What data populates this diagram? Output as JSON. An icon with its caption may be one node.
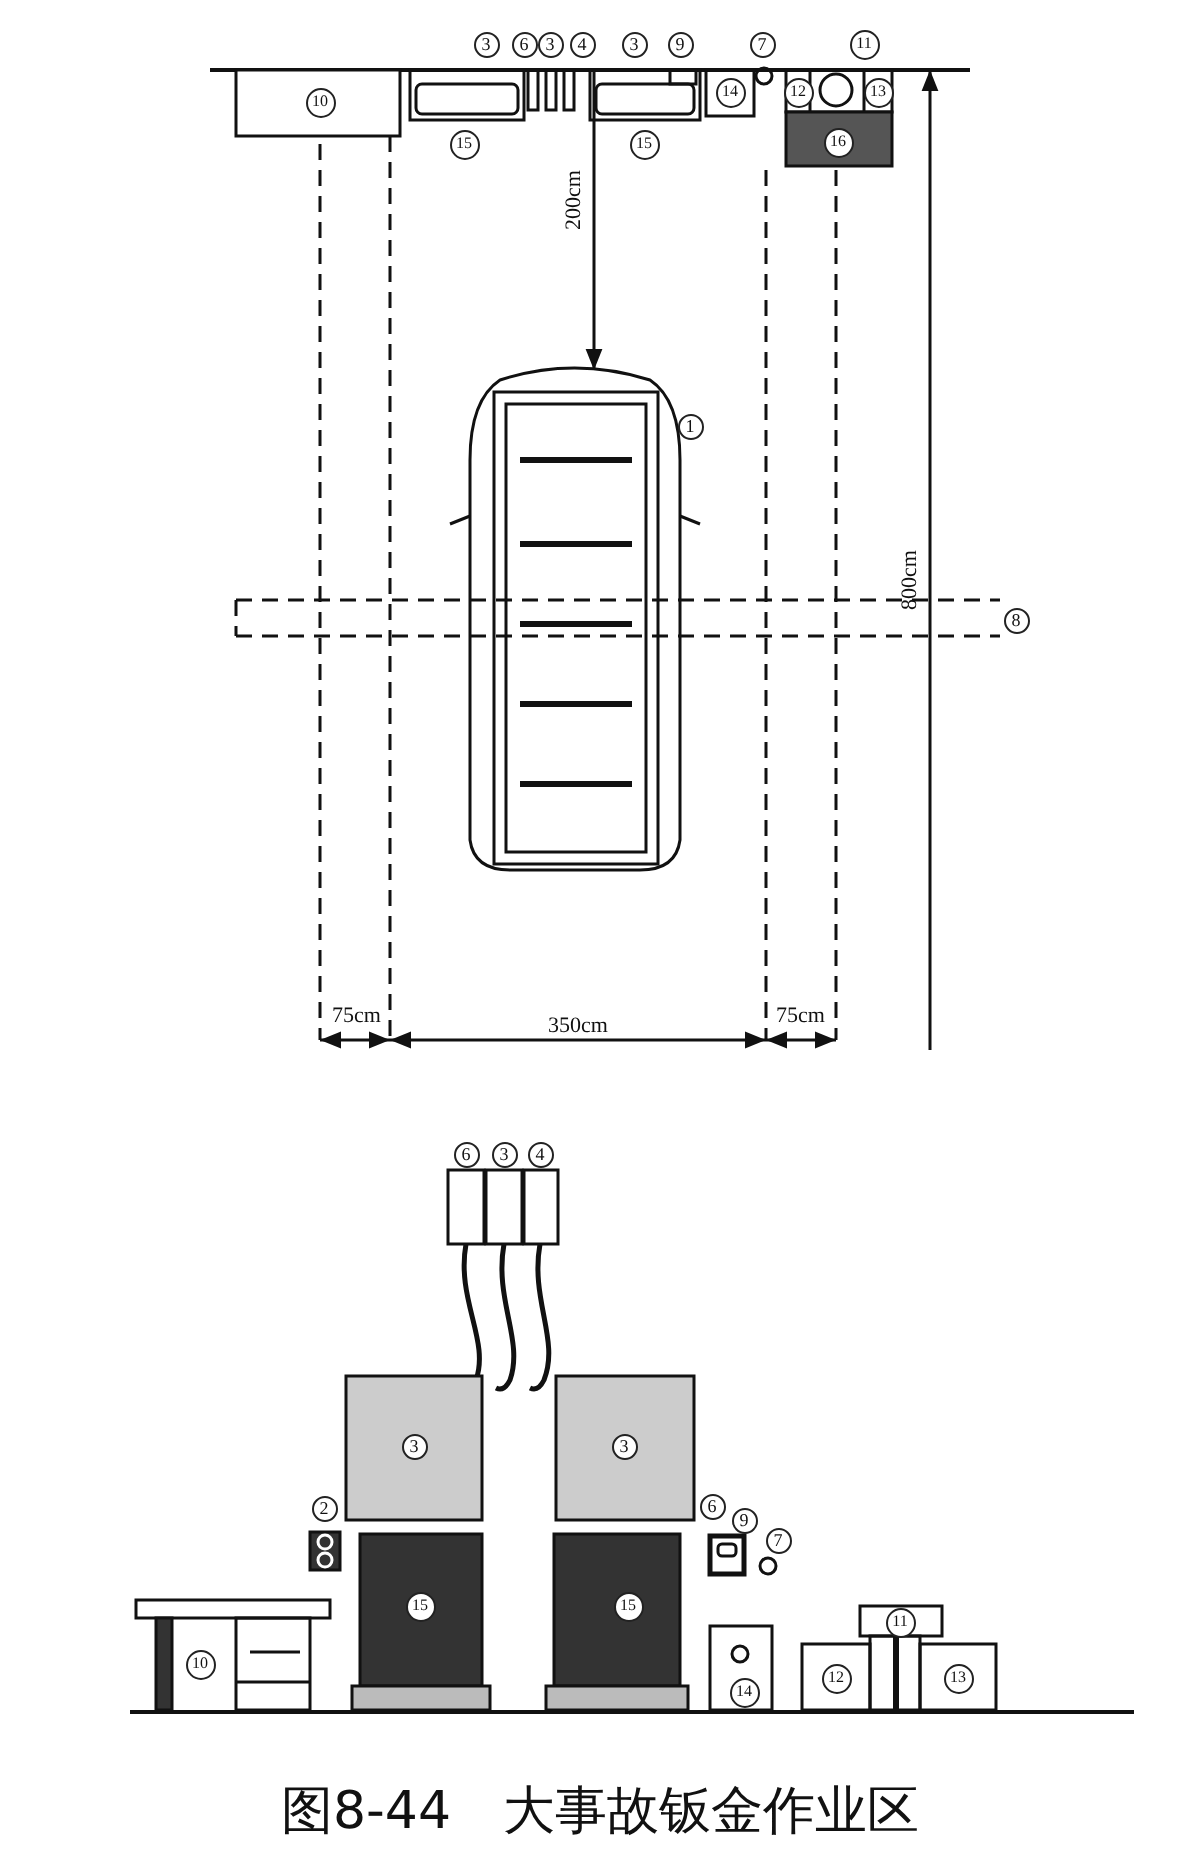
{
  "diagram": {
    "caption": "图8-44　大事故钣金作业区",
    "labels": [
      "3",
      "6",
      "3",
      "4",
      "3",
      "9",
      "7",
      "11",
      "10",
      "14",
      "12",
      "13",
      "15",
      "15",
      "16",
      "200cm",
      "1",
      "800cm",
      "8",
      "75cm",
      "350cm",
      "75cm",
      "6",
      "3",
      "4",
      "3",
      "3",
      "2",
      "6",
      "9",
      "7",
      "15",
      "15",
      "10",
      "14",
      "11",
      "12",
      "13"
    ]
  }
}
